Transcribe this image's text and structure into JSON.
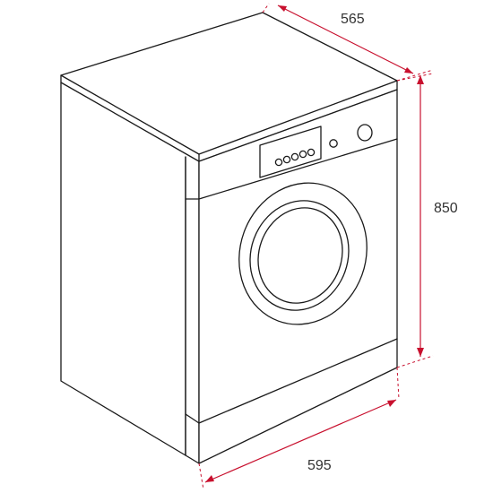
{
  "colors": {
    "outline": "#1a1a1a",
    "dimension": "#c8102e",
    "dimension_text": "#333333"
  },
  "dimensions": {
    "depth": "565",
    "height": "850",
    "width": "595"
  },
  "icons": {
    "knob_large": "dial-knob-icon",
    "knob_small": "small-knob-icon",
    "buttons": "push-button-icon"
  }
}
